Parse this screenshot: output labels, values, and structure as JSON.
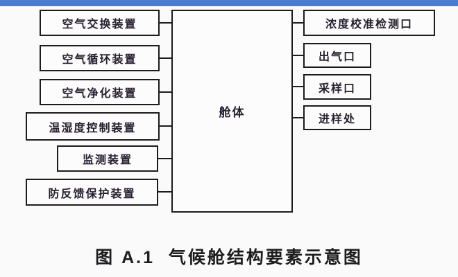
{
  "page": {
    "background_color": "#fbfafa",
    "accent_bar_color": "#4c7bd2",
    "line_color": "#1c1c1c"
  },
  "diagram": {
    "center": {
      "label": "舱体"
    },
    "left": [
      {
        "label": "空气交换装置"
      },
      {
        "label": "空气循环装置"
      },
      {
        "label": "空气净化装置"
      },
      {
        "label": "温湿度控制装置"
      },
      {
        "label": "监测装置"
      },
      {
        "label": "防反馈保护装置"
      }
    ],
    "right": [
      {
        "label": "浓度校准检测口"
      },
      {
        "label": "出气口"
      },
      {
        "label": "采样口"
      },
      {
        "label": "进样处"
      }
    ],
    "caption": "图 A.1  气候舱结构要素示意图"
  }
}
